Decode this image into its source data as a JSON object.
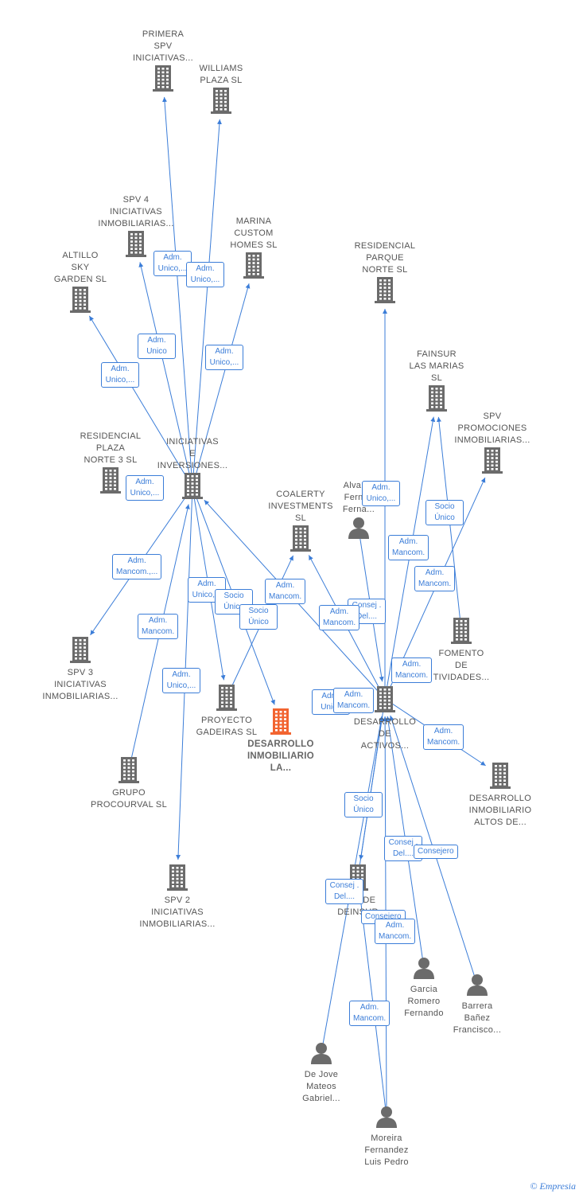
{
  "colors": {
    "edge": "#3b7dd8",
    "node_icon": "#6b6b6b",
    "main_icon": "#f26430"
  },
  "nodes": [
    {
      "id": "primera",
      "type": "company",
      "label": "PRIMERA\nSPV\nINICIATIVAS...",
      "icon": "building-icon"
    },
    {
      "id": "williams",
      "type": "company",
      "label": "WILLIAMS\nPLAZA  SL",
      "icon": "building-icon"
    },
    {
      "id": "spv4",
      "type": "company",
      "label": "SPV 4\nINICIATIVAS\nINMOBILIARIAS...",
      "icon": "building-icon"
    },
    {
      "id": "marina",
      "type": "company",
      "label": "MARINA\nCUSTOM\nHOMES  SL",
      "icon": "building-icon"
    },
    {
      "id": "altillo",
      "type": "company",
      "label": "ALTILLO\nSKY\nGARDEN  SL",
      "icon": "building-icon"
    },
    {
      "id": "resparque",
      "type": "company",
      "label": "RESIDENCIAL\nPARQUE\nNORTE  SL",
      "icon": "building-icon"
    },
    {
      "id": "fainsur",
      "type": "company",
      "label": "FAINSUR\nLAS MARIAS\nSL",
      "icon": "building-icon"
    },
    {
      "id": "spvpromo",
      "type": "company",
      "label": "SPV\nPROMOCIONES\nINMOBILIARIAS...",
      "icon": "building-icon"
    },
    {
      "id": "resplaza",
      "type": "company",
      "label": "RESIDENCIAL\nPLAZA\nNORTE 3  SL",
      "icon": "building-icon"
    },
    {
      "id": "iniciativas",
      "type": "company",
      "label": "INICIATIVAS\nE\nINVERSIONES...",
      "icon": "building-icon"
    },
    {
      "id": "coalerty",
      "type": "company",
      "label": "COALERTY\nINVESTMENTS\nSL",
      "icon": "building-icon"
    },
    {
      "id": "alvarez",
      "type": "person",
      "label": "Alvarez\nFernan\nFerna...",
      "icon": "person-icon"
    },
    {
      "id": "fomento",
      "type": "company",
      "label": "FOMENTO\nDE\nTIVIDADES...",
      "icon": "building-icon"
    },
    {
      "id": "spv3",
      "type": "company",
      "label": "SPV 3\nINICIATIVAS\nINMOBILIARIAS...",
      "icon": "building-icon"
    },
    {
      "id": "gadeiras",
      "type": "company",
      "label": "PROYECTO\nGADEIRAS  SL",
      "icon": "building-icon"
    },
    {
      "id": "main",
      "type": "main",
      "label": "DESARROLLO\nINMOBILIARIO\nLA...",
      "icon": "building-icon"
    },
    {
      "id": "desactivos",
      "type": "company",
      "label": "DESARROLLO\nDE\nACTIVOS...",
      "icon": "building-icon"
    },
    {
      "id": "altos",
      "type": "company",
      "label": "DESARROLLO\nINMOBILIARIO\nALTOS DE...",
      "icon": "building-icon"
    },
    {
      "id": "procourval",
      "type": "company",
      "label": "GRUPO\nPROCOURVAL SL",
      "icon": "building-icon"
    },
    {
      "id": "spv2",
      "type": "company",
      "label": "SPV 2\nINICIATIVAS\nINMOBILIARIAS...",
      "icon": "building-icon"
    },
    {
      "id": "deinsur",
      "type": "company",
      "label": "GRU     DE\nDEINSUR",
      "icon": "building-icon"
    },
    {
      "id": "garcia",
      "type": "person",
      "label": "Garcia\nRomero\nFernando",
      "icon": "person-icon"
    },
    {
      "id": "barrera",
      "type": "person",
      "label": "Barrera\nBañez\nFrancisco...",
      "icon": "person-icon"
    },
    {
      "id": "dejove",
      "type": "person",
      "label": "De Jove\nMateos\nGabriel...",
      "icon": "person-icon"
    },
    {
      "id": "moreira",
      "type": "person",
      "label": "Moreira\nFernandez\nLuis Pedro",
      "icon": "person-icon"
    }
  ],
  "edges": [
    {
      "from": "iniciativas",
      "to": "primera"
    },
    {
      "from": "iniciativas",
      "to": "williams"
    },
    {
      "from": "iniciativas",
      "to": "spv4"
    },
    {
      "from": "iniciativas",
      "to": "marina"
    },
    {
      "from": "iniciativas",
      "to": "altillo"
    },
    {
      "from": "iniciativas",
      "to": "spv3"
    },
    {
      "from": "iniciativas",
      "to": "spv2"
    },
    {
      "from": "iniciativas",
      "to": "gadeiras"
    },
    {
      "from": "iniciativas",
      "to": "main"
    },
    {
      "from": "procourval",
      "to": "iniciativas"
    },
    {
      "from": "desactivos",
      "to": "iniciativas"
    },
    {
      "from": "gadeiras",
      "to": "coalerty"
    },
    {
      "from": "desactivos",
      "to": "coalerty"
    },
    {
      "from": "desactivos",
      "to": "resparque"
    },
    {
      "from": "desactivos",
      "to": "fainsur"
    },
    {
      "from": "fomento",
      "to": "fainsur"
    },
    {
      "from": "desactivos",
      "to": "spvpromo"
    },
    {
      "from": "alvarez",
      "to": "desactivos"
    },
    {
      "from": "desactivos",
      "to": "altos"
    },
    {
      "from": "desactivos",
      "to": "deinsur"
    },
    {
      "from": "deinsur",
      "to": "desactivos"
    },
    {
      "from": "garcia",
      "to": "desactivos"
    },
    {
      "from": "barrera",
      "to": "desactivos"
    },
    {
      "from": "moreira",
      "to": "desactivos"
    },
    {
      "from": "moreira",
      "to": "deinsur"
    },
    {
      "from": "dejove",
      "to": "desactivos"
    }
  ],
  "badges": [
    {
      "text": "Adm.\nUnico,..."
    },
    {
      "text": "Adm.\nUnico,..."
    },
    {
      "text": "Adm.\nUnico"
    },
    {
      "text": "Adm.\nUnico,..."
    },
    {
      "text": "Adm.\nUnico,..."
    },
    {
      "text": "Adm.\nUnico,..."
    },
    {
      "text": "Adm.\nMancom.,..."
    },
    {
      "text": "Adm.\nMancom."
    },
    {
      "text": "Adm.\nUnico,..."
    },
    {
      "text": "Socio\nÚnico"
    },
    {
      "text": "Socio\nÚnico"
    },
    {
      "text": "Adm.\nMancom."
    },
    {
      "text": "Adm.\nUnico,..."
    },
    {
      "text": "Adm.\nUnico,..."
    },
    {
      "text": "Adm.\nMancom."
    },
    {
      "text": "Socio\nÚnico"
    },
    {
      "text": "Adm.\nMancom."
    },
    {
      "text": "Consej .\nDel...."
    },
    {
      "text": "Adm.\nMancom."
    },
    {
      "text": "Adm.\nMancom."
    },
    {
      "text": "Adm.\nUnico"
    },
    {
      "text": "Adm.\nMancom."
    },
    {
      "text": "Adm.\nMancom."
    },
    {
      "text": "Socio\nÚnico"
    },
    {
      "text": "Consej .\nDel...."
    },
    {
      "text": "Consejero"
    },
    {
      "text": "Consej .\nDel...."
    },
    {
      "text": "Consejero"
    },
    {
      "text": "Adm.\nMancom."
    },
    {
      "text": "Adm.\nMancom."
    }
  ],
  "footer": {
    "copyright": "©",
    "brand": "Empresia"
  }
}
